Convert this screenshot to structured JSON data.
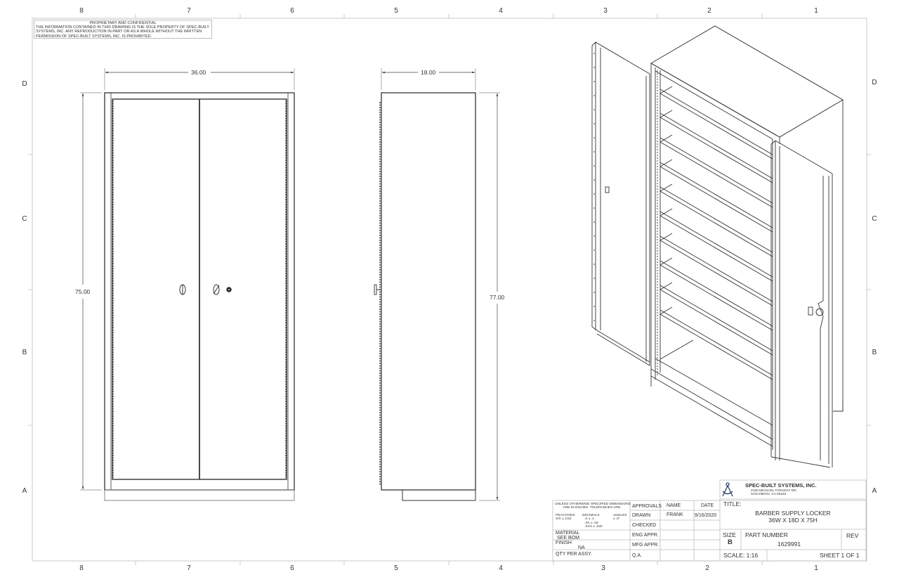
{
  "zones": {
    "columns": [
      "8",
      "7",
      "6",
      "5",
      "4",
      "3",
      "2",
      "1"
    ],
    "rows": [
      "D",
      "C",
      "B",
      "A"
    ]
  },
  "notice": {
    "heading": "PROPRIETARY AND CONFIDENTIAL",
    "line1": "THE INFORMATION CONTAINED IN THIS DRAWING IS THE SOLE PROPERTY OF SPEC-BUILT",
    "line2": "SYSTEMS, INC.  ANY REPRODUCTION IN PART OR AS A WHOLE WITHOUT THE WRITTEN",
    "line3": "PERMISSION OF SPEC-BUILT SYSTEMS, INC. IS PROHIBITED."
  },
  "views": {
    "front": {
      "width_dim": "36.00",
      "height_dim": "75.00"
    },
    "side": {
      "depth_dim": "18.00",
      "height_dim": "77.00"
    },
    "isometric": {
      "shelf_count": 10
    }
  },
  "tolerances": {
    "header1": "UNLESS OTHERWISE SPECIFIED DIMENSIONS",
    "header2": "ARE IN INCHES.  TOLERANCES ARE:",
    "fractions_label": "FRACTIONS",
    "fractions_value": "X/X ± 1/32",
    "decimals_label": "DECIMALS",
    "decimals_x": ".X    ± .1",
    "decimals_xx": ".XX   ± .03",
    "decimals_xxx": ".XXX ± .020",
    "angles_label": "ANGLES",
    "angles_value": "± .5°"
  },
  "material": {
    "label": "MATERIAL",
    "value": "SEE BOM"
  },
  "finish": {
    "label": "FINISH",
    "value": "NA"
  },
  "qty": {
    "label": "QTY PER ASSY."
  },
  "approvals": {
    "header": "APPROVALS",
    "name_header": "NAME",
    "date_header": "DATE",
    "rows": [
      {
        "label": "DRAWN",
        "name": "FRANK",
        "date": "9/16/2020"
      },
      {
        "label": "CHECKED",
        "name": "",
        "date": ""
      },
      {
        "label": "ENG APPR.",
        "name": "",
        "date": ""
      },
      {
        "label": "MFG APPR.",
        "name": "",
        "date": ""
      },
      {
        "label": "Q.A.",
        "name": "",
        "date": ""
      }
    ]
  },
  "company": {
    "name": "SPEC-BUILT SYSTEMS, INC.",
    "address1": "2150 MICHAEL FARADAY DR.",
    "address2": "SAN DIEGO, CA 92154"
  },
  "title_block": {
    "title_label": "TITLE:",
    "title_line1": "BARBER SUPPLY LOCKER",
    "title_line2": "36W X 18D X 75H",
    "size_label": "SIZE",
    "size_value": "B",
    "part_number_label": "PART NUMBER",
    "part_number_value": "1629991",
    "rev_label": "REV",
    "rev_value": "",
    "scale_label": "SCALE: 1:16",
    "sheet_label": "SHEET 1 OF 1"
  }
}
